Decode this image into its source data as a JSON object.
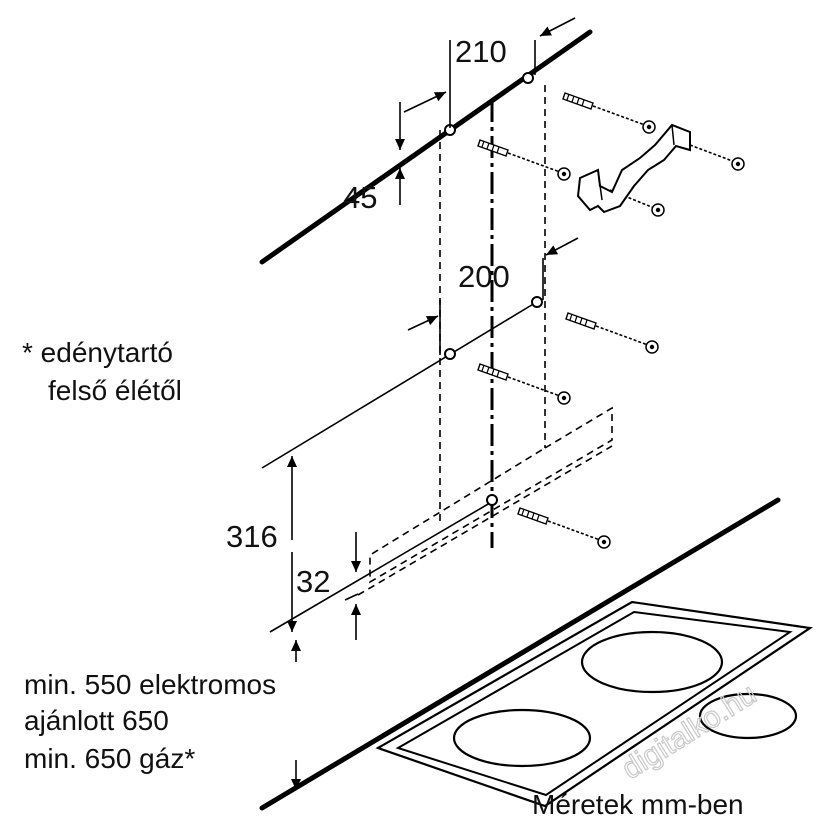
{
  "dimensions": {
    "d210": "210",
    "d45": "45",
    "d200": "200",
    "d316": "316",
    "d32": "32"
  },
  "notes": {
    "pot_line1": "* edénytartó",
    "pot_line2": "felső élétől",
    "min_electric": "min. 550 elektromos",
    "recommended": "ajánlott 650",
    "min_gas": "min. 650 gáz*",
    "units": "Méretek mm-ben"
  },
  "watermark": "digitalko.hu"
}
